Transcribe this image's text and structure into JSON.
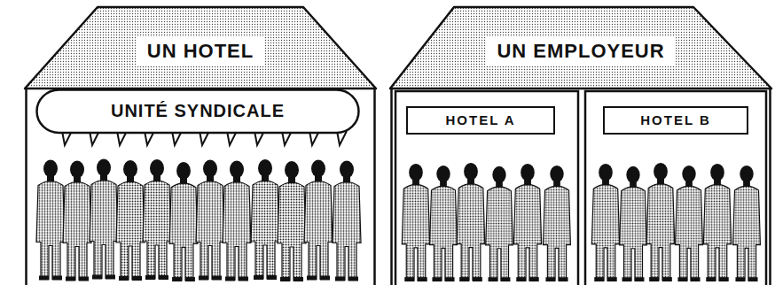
{
  "diagram": {
    "nodes": [
      {
        "text": [
          "UN HOTEL"
        ]
      },
      {
        "text": [
          "UNITÉ SYNDICALE"
        ],
        "in": 0
      },
      {
        "text": [
          "UN EMPLOYEUR"
        ]
      },
      {
        "text": [
          "HOTEL A"
        ],
        "in": 2
      },
      {
        "text": [
          "HOTEL B"
        ],
        "in": 2
      }
    ]
  }
}
